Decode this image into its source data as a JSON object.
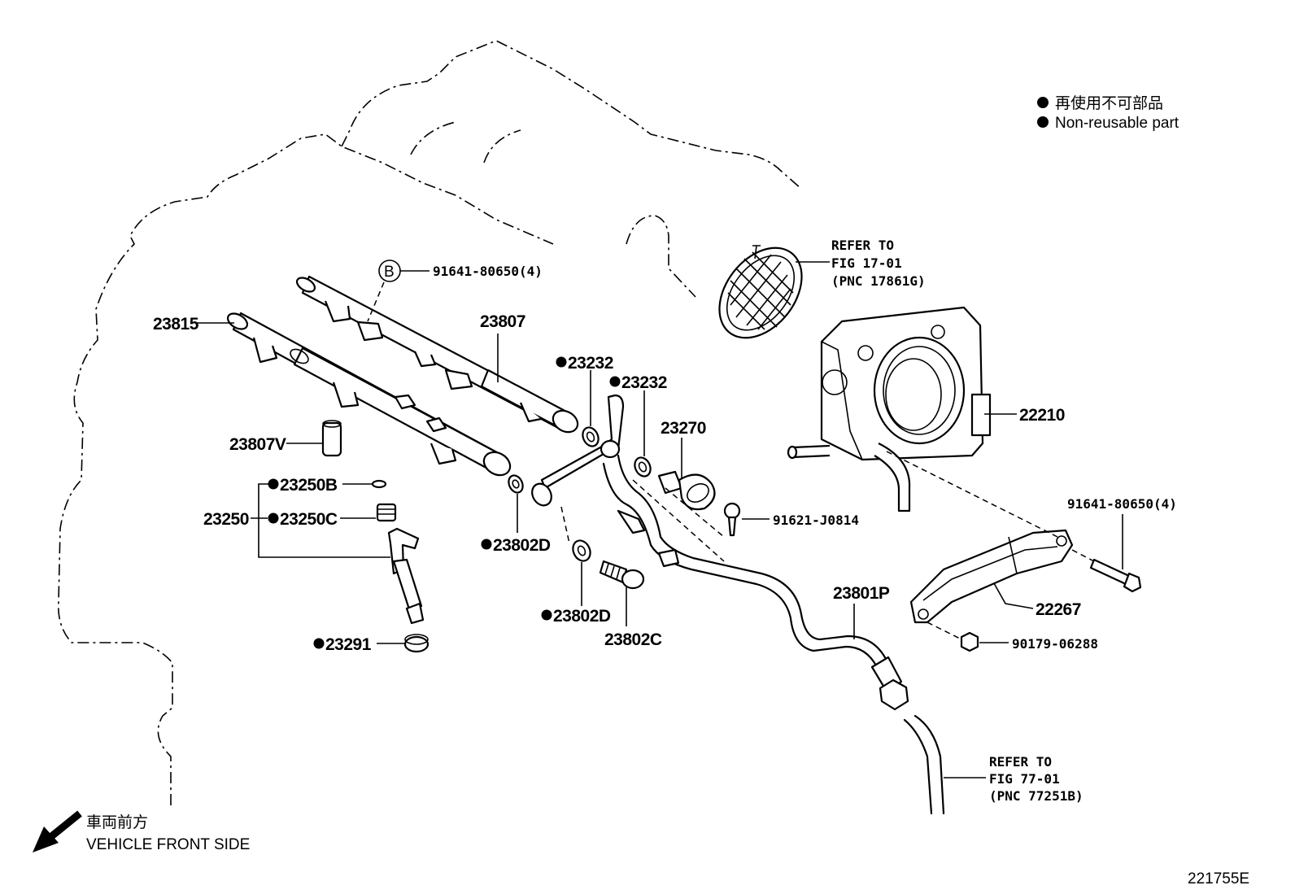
{
  "legend": {
    "marker": "●",
    "line_jp": "再使用不可部品",
    "line_en": "Non-reusable part"
  },
  "refs": {
    "top": {
      "l1": "REFER TO",
      "l2": "FIG 17-01",
      "l3": "(PNC 17861G)"
    },
    "bottom": {
      "l1": "REFER TO",
      "l2": "FIG 77-01",
      "l3": "(PNC 77251B)"
    }
  },
  "parts": {
    "p91641_top": "91641-80650(4)",
    "p91641_top_marker": "B",
    "p23815": "23815",
    "p23807": "23807",
    "p23232_a": "23232",
    "p23232_b": "23232",
    "p23807v": "23807V",
    "p23270": "23270",
    "p22210": "22210",
    "p23250b": "23250B",
    "p23250": "23250",
    "p23250c": "23250C",
    "p91621": "91621-J0814",
    "p23802d_a": "23802D",
    "p91641_right": "91641-80650(4)",
    "p23801p": "23801P",
    "p22267": "22267",
    "p23802d_b": "23802D",
    "p23291": "23291",
    "p23802c": "23802C",
    "p90179": "90179-06288"
  },
  "direction": {
    "jp": "車両前方",
    "en": "VEHICLE FRONT SIDE"
  },
  "figure_id": "221755E"
}
